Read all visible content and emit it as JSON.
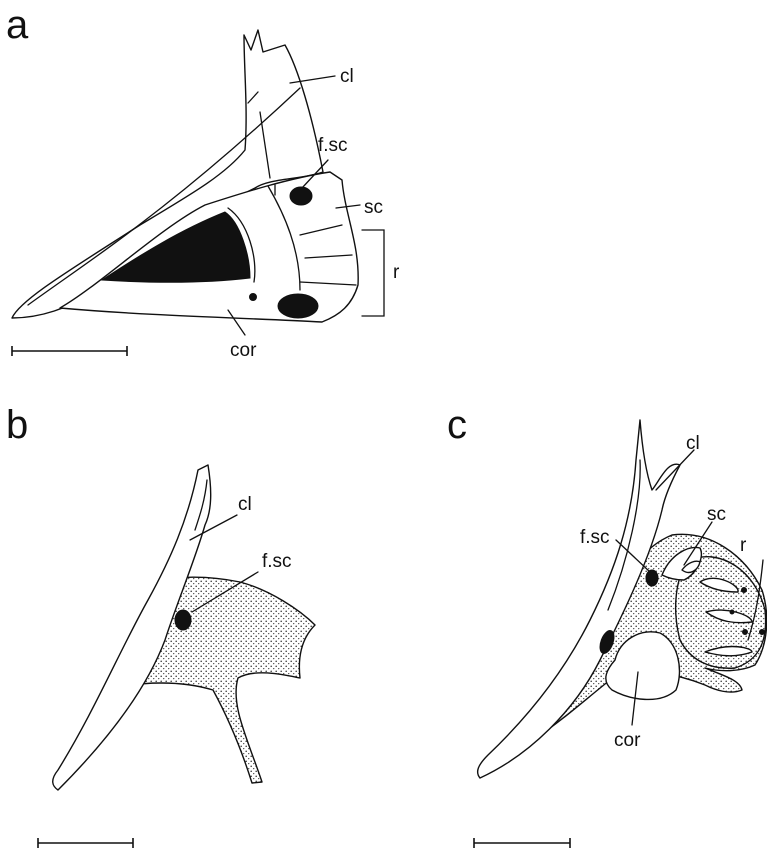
{
  "panels": [
    {
      "letter": "a",
      "labels": {
        "cl": "cl",
        "fsc": "f.sc",
        "sc": "sc",
        "r": "r",
        "cor": "cor"
      }
    },
    {
      "letter": "b",
      "labels": {
        "cl": "cl",
        "fsc": "f.sc"
      }
    },
    {
      "letter": "c",
      "labels": {
        "cl": "cl",
        "sc": "sc",
        "fsc": "f.sc",
        "r": "r",
        "cor": "cor"
      }
    }
  ]
}
